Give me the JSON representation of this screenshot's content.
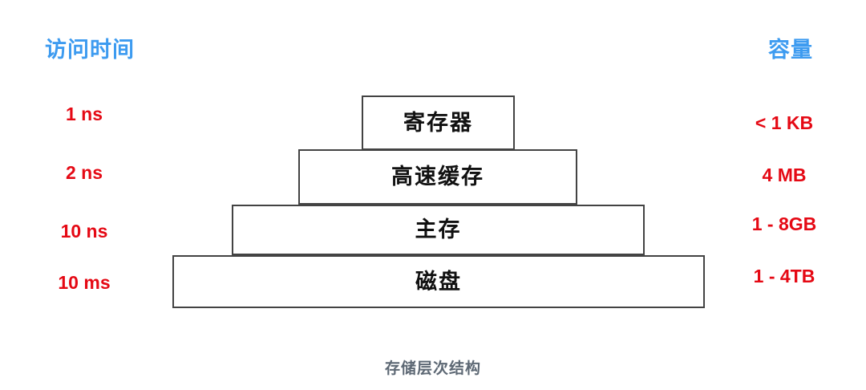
{
  "figure": {
    "caption": "存储层次结构",
    "background_color": "#ffffff"
  },
  "colors": {
    "header": "#3d9bf0",
    "value_label": "#e50914",
    "tier_border": "#434343",
    "tier_fill": "#ffffff",
    "tier_text": "#111111",
    "caption": "#5d6874"
  },
  "headers": {
    "left": "访问时间",
    "right": "容量"
  },
  "tiers": [
    {
      "name": "寄存器",
      "latency": "1 ns",
      "capacity": "< 1 KB"
    },
    {
      "name": "高速缓存",
      "latency": "2 ns",
      "capacity": "4 MB"
    },
    {
      "name": "主存",
      "latency": "10 ns",
      "capacity": "1 - 8GB"
    },
    {
      "name": "磁盘",
      "latency": "10 ms",
      "capacity": "1 - 4TB"
    }
  ]
}
